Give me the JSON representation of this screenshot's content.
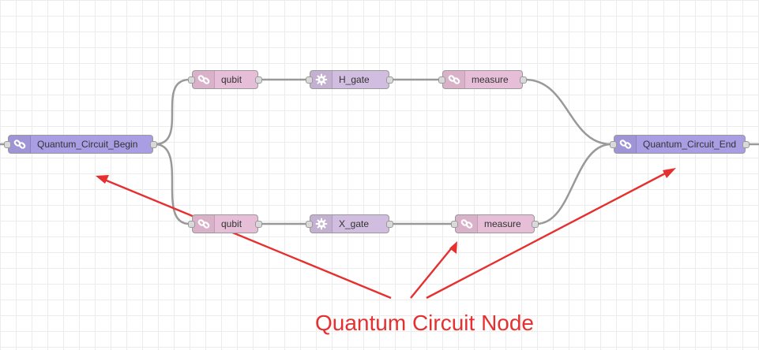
{
  "nodes": {
    "begin": {
      "label": "Quantum_Circuit_Begin",
      "icon": "link-icon"
    },
    "qubit_top": {
      "label": "qubit",
      "icon": "link-icon"
    },
    "h_gate": {
      "label": "H_gate",
      "icon": "gear-icon"
    },
    "measure_top": {
      "label": "measure",
      "icon": "link-icon"
    },
    "end": {
      "label": "Quantum_Circuit_End",
      "icon": "link-icon"
    },
    "qubit_bottom": {
      "label": "qubit",
      "icon": "link-icon"
    },
    "x_gate": {
      "label": "X_gate",
      "icon": "gear-icon"
    },
    "measure_bottom": {
      "label": "measure",
      "icon": "link-icon"
    }
  },
  "annotation": {
    "caption": "Quantum Circuit Node",
    "color": "#e5302f"
  },
  "colors": {
    "circuit_node": "#a99ee3",
    "qubit_node": "#e7bed7",
    "gate_node": "#d1bde0",
    "wire": "#999999"
  }
}
